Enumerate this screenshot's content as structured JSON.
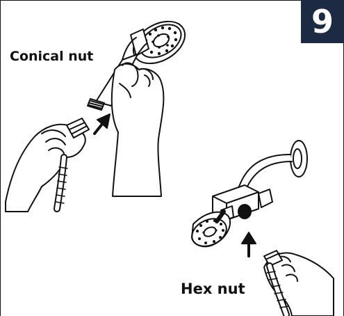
{
  "step": {
    "number": "9",
    "badge_color": "#1c2a44"
  },
  "labels": {
    "conical": "Conical nut",
    "hex": "Hex nut"
  },
  "icons": [
    "handshower-icon",
    "hand-icon",
    "arrow-up-icon",
    "shower-arm-icon",
    "flexible-hose-icon"
  ]
}
